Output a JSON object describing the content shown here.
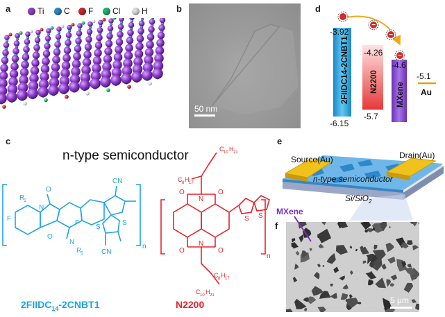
{
  "panels": {
    "a": "a",
    "b": "b",
    "c": "c",
    "d": "d",
    "e": "e",
    "f": "f"
  },
  "legend": [
    {
      "label": "Ti",
      "color": "#8e3fc9"
    },
    {
      "label": "C",
      "color": "#2f86c8"
    },
    {
      "label": "F",
      "color": "#c8262e"
    },
    {
      "label": "Cl",
      "color": "#21b06e"
    },
    {
      "label": "H",
      "color": "#dcdcdc"
    }
  ],
  "panel_b": {
    "scale_label": "50 nm"
  },
  "panel_c": {
    "title": "n-type semiconductor",
    "molecule1": {
      "name_prefix": "2FIIDC",
      "name_sub": "14",
      "name_suffix": "-2CNBT1",
      "color": "#1ea3e6"
    },
    "molecule2": {
      "name": "N2200",
      "color": "#e8222b"
    },
    "labels": {
      "R1a": "R",
      "R1b": "R",
      "sub1": "1",
      "F1": "F",
      "F2": "F",
      "N1": "N",
      "N2": "N",
      "O1": "O",
      "O2": "O",
      "S1": "S",
      "S2": "S",
      "CN1": "CN",
      "CN2": "CN",
      "n1": "n",
      "C10H21a": "C",
      "C8H17a": "C",
      "C8H17b": "C",
      "C10H21b": "C",
      "O3": "O",
      "O4": "O",
      "O5": "O",
      "O6": "O",
      "N3": "N",
      "N4": "N",
      "S3": "S",
      "S4": "S",
      "n2": "n",
      "sub10": "10",
      "subH21": "H",
      "sub21": "21",
      "sub8": "8",
      "sub17": "17"
    }
  },
  "panel_d": {
    "levels": [
      {
        "name": "2FIIDC14-2CNBT1",
        "lumo": "-3.92",
        "homo": "-6.15"
      },
      {
        "name": "N2200",
        "lumo": "-4.26",
        "homo": "-5.7"
      },
      {
        "name": "MXene",
        "level": "-4.6"
      },
      {
        "name": "Au",
        "level": "-5.1"
      }
    ],
    "colors": {
      "molecule1": "#2aa9de",
      "n2200": "#e84b4b",
      "mxene": "#8e4fd1",
      "au": "#e2a20e",
      "arrow": "#f0a81c"
    },
    "minus": "−"
  },
  "panel_e": {
    "source": "Source(Au)",
    "drain": "Drain(Au)",
    "semiconductor": "n-type semiconductor",
    "substrate_main": "Si/SiO",
    "substrate_sub": "2",
    "mxene_label": "MXene"
  },
  "panel_f": {
    "scale_label": "5 μm"
  }
}
